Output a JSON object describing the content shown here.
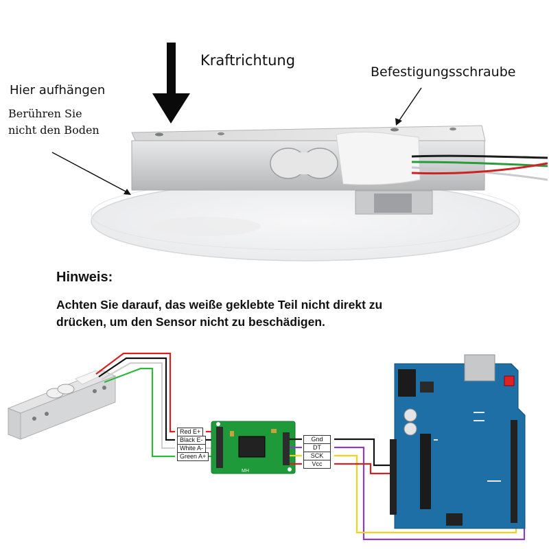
{
  "top_photo": {
    "force_label": "Kraftrichtung",
    "screw_label": "Befestigungsschraube",
    "hang_label": "Hier aufhängen",
    "floor_line1": "Berühren Sie",
    "floor_line2": "nicht den Boden"
  },
  "note": {
    "heading": "Hinweis:",
    "line1": "Achten Sie darauf, das weiße geklebte Teil nicht direkt zu",
    "line2": "drücken, um den Sensor nicht zu beschädigen."
  },
  "wiring": {
    "loadcell_wires": [
      "Red E+",
      "Black E-",
      "White A-",
      "Green A+"
    ],
    "module_pins": [
      "Gnd",
      "DT",
      "SCK",
      "Vcc"
    ],
    "module_label": "MH",
    "wire_colors": {
      "red": "#d92020",
      "black": "#111111",
      "white": "#d8d8d8",
      "green": "#2eb83a",
      "purple": "#8a3cc7",
      "yellow": "#f0d020"
    }
  },
  "icons": {
    "force_arrow": "down-arrow-icon",
    "screw_arrow": "pointer-arrow-icon",
    "hang_arrow": "pointer-arrow-icon"
  }
}
